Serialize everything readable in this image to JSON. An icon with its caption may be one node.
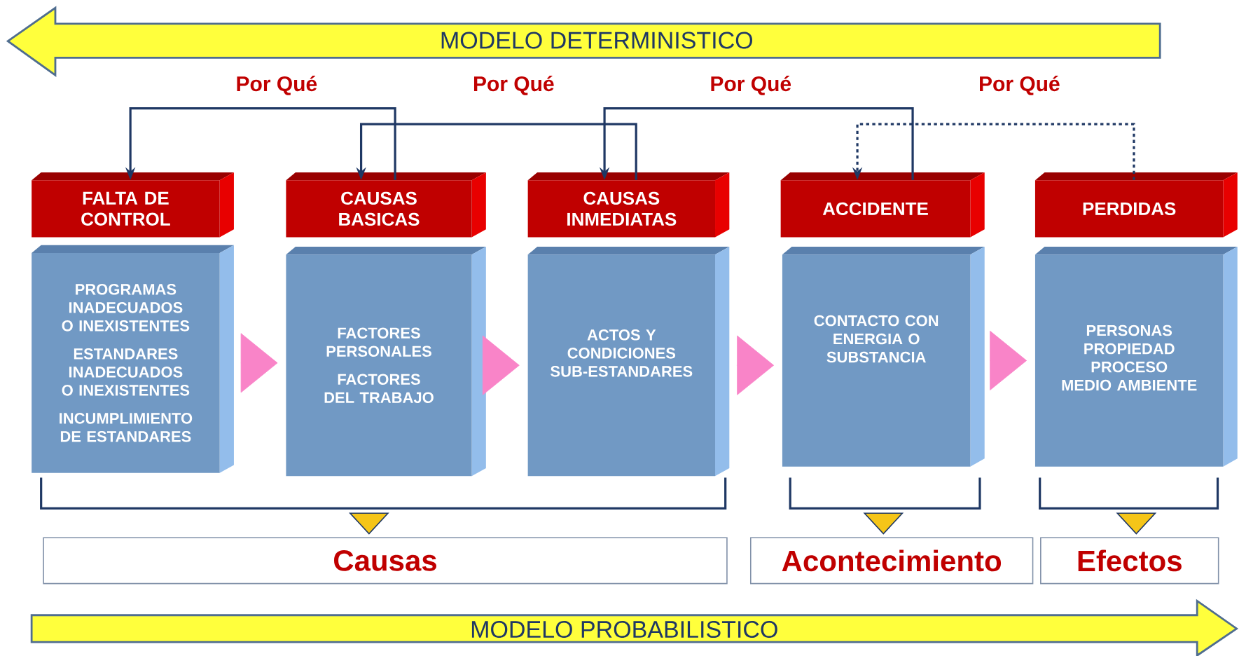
{
  "diagram": {
    "nodes": [
      {
        "text": [
          "MODELO  DETERMINISTICO"
        ]
      },
      {
        "text": [
          "FALTA DE CONTROL"
        ]
      },
      {
        "text": [
          "CAUSAS BASICAS"
        ]
      },
      {
        "text": [
          "CAUSAS INMEDIATAS"
        ]
      },
      {
        "text": [
          "ACCIDENTE"
        ]
      },
      {
        "text": [
          "PERDIDAS"
        ]
      },
      {
        "text": [
          "PROGRAMAS INADECUADOS O INEXISTENTES",
          "ESTANDARES INADECUADOS O INEXISTENTES",
          "INCUMPLIMIENTO DE  ESTANDARES"
        ]
      },
      {
        "text": [
          "FACTORES PERSONALES",
          "FACTORES DEL TRABAJO"
        ]
      },
      {
        "text": [
          "ACTOS Y CONDICIONES SUB-ESTANDARES"
        ]
      },
      {
        "text": [
          "CONTACTO CON ENERGIA O SUBSTANCIA"
        ]
      },
      {
        "text": [
          "PERSONAS",
          "PROPIEDAD",
          "PROCESO",
          "MEDIO AMBIENTE"
        ]
      },
      {
        "text": [
          "Causas"
        ]
      },
      {
        "text": [
          "Acontecimiento"
        ]
      },
      {
        "text": [
          "Efectos"
        ]
      },
      {
        "text": [
          "MODELO  PROBABILISTICO"
        ]
      }
    ],
    "edges": [
      {
        "from": 2,
        "to": 1,
        "arrow": "to",
        "label": "Por Qué"
      },
      {
        "from": 3,
        "to": 2,
        "arrow": "to",
        "label": "Por Qué"
      },
      {
        "from": 4,
        "to": 3,
        "arrow": "to",
        "label": "Por Qué"
      },
      {
        "from": 5,
        "to": 4,
        "arrow": "to",
        "label": "Por Qué",
        "style": "dashed"
      },
      {
        "from": 6,
        "to": 7,
        "arrow": "to",
        "color": "#f984c8"
      },
      {
        "from": 7,
        "to": 8,
        "arrow": "to",
        "color": "#f984c8"
      },
      {
        "from": 8,
        "to": 9,
        "arrow": "to",
        "color": "#f984c8"
      },
      {
        "from": 9,
        "to": 10,
        "arrow": "to",
        "color": "#f984c8"
      }
    ]
  }
}
